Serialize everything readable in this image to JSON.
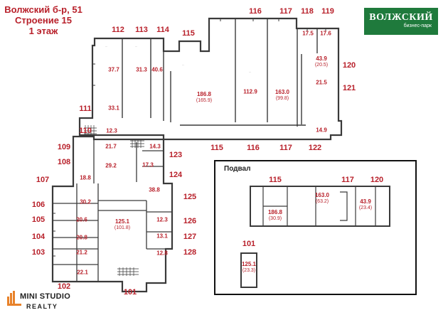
{
  "header": {
    "address": "Волжский б-р, 51",
    "building": "Строение 15",
    "floor": "1 этаж"
  },
  "logo": {
    "name": "ВОЛЖСКИЙ",
    "tagline": "бизнес-парк",
    "color": "#1f7a3c"
  },
  "brand": {
    "name": "MINI STUDIO",
    "sub": "REALTY",
    "accent": "#e8822a"
  },
  "colors": {
    "label_red": "#b8202a",
    "wall": "#3a3a3a"
  },
  "basement": {
    "title": "Подвал"
  },
  "room_numbers": {
    "r101": "101",
    "r102": "102",
    "r103": "103",
    "r104": "104",
    "r105": "105",
    "r106": "106",
    "r107": "107",
    "r108": "108",
    "r109": "109",
    "r110": "110",
    "r111": "111",
    "r112": "112",
    "r113": "113",
    "r114": "114",
    "r115": "115",
    "r116": "116",
    "r117": "117",
    "r118": "118",
    "r119": "119",
    "r120": "120",
    "r121": "121",
    "r122": "122",
    "r123": "123",
    "r124": "124",
    "r125": "125",
    "r126": "126",
    "r127": "127",
    "r128": "128",
    "b101": "101",
    "b115": "115",
    "b117": "117",
    "b120": "120",
    "b115_bottom": "115",
    "b116_bottom": "116",
    "b117_bottom": "117"
  },
  "areas": {
    "a112": "37.7",
    "a113": "31.3",
    "a114": "40.6",
    "a111": "33.1",
    "a110": "12.3",
    "a115_116": "186.8",
    "a115_116_sub": "(165.9)",
    "a116": "112.9",
    "a117": "163.0",
    "a117_sub": "(99.8)",
    "a118": "17.5",
    "a119": "17.6",
    "a120": "43.9",
    "a120_sub": "(20.5)",
    "a121": "21.5",
    "a122": "14.9",
    "a109": "21.7",
    "a123": "14.3",
    "a108": "29.2",
    "a123b": "17.3",
    "a107": "18.8",
    "a124": "38.8",
    "a106": "30.2",
    "a105": "20.6",
    "a126": "12.3",
    "a104": "20.8",
    "a127": "13.1",
    "a103": "21.2",
    "a128": "12.8",
    "a102": "22.1",
    "a101": "125.1",
    "a101_sub": "(101.8)",
    "b117": "163.0",
    "b117_sub": "(63.2)",
    "b115": "186.8",
    "b115_sub": "(30.9)",
    "b120": "43.9",
    "b120_sub": "(23.4)",
    "b101": "125.1",
    "b101_sub": "(23.3)"
  }
}
